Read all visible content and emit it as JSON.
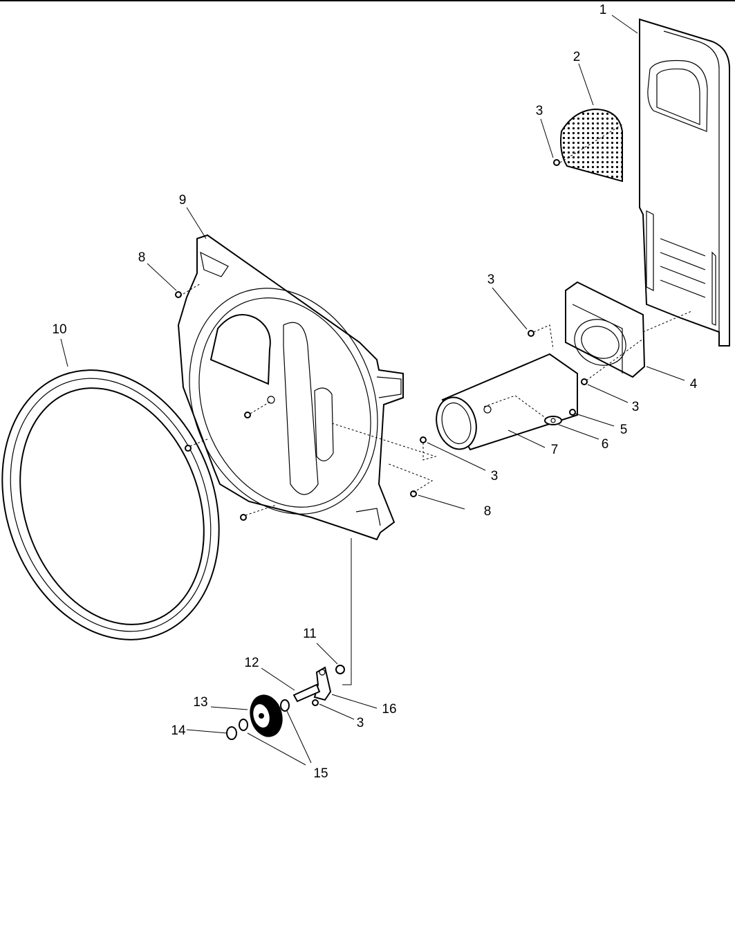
{
  "diagram": {
    "callouts": {
      "c1": "1",
      "c2": "2",
      "c3a": "3",
      "c3b": "3",
      "c3c": "3",
      "c3d": "3",
      "c3e": "3",
      "c4": "4",
      "c5": "5",
      "c6": "6",
      "c7": "7",
      "c8a": "8",
      "c8b": "8",
      "c9": "9",
      "c10": "10",
      "c11": "11",
      "c12": "12",
      "c13": "13",
      "c14": "14",
      "c15": "15",
      "c16": "16"
    }
  }
}
